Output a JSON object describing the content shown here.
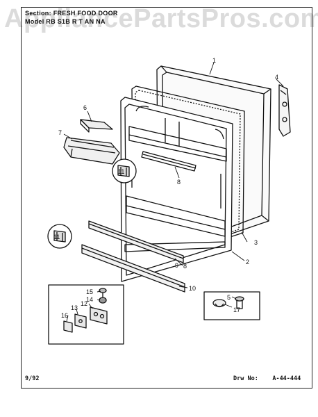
{
  "header": {
    "section_line": "Section:  FRESH FOOD DOOR",
    "model_line": "Model  RB S1B  R T  AN NA"
  },
  "watermark": "AppliancePartsPros.com",
  "callouts": {
    "c1": "1",
    "c2": "2",
    "c3": "3",
    "c4": "4",
    "c5": "5",
    "c6": "6",
    "c7": "7",
    "c8a": "8",
    "c8b": "8",
    "c9": "9",
    "c10": "10",
    "c11a": "11",
    "c11b": "11",
    "c12": "12",
    "c13": "13",
    "c14": "14",
    "c15": "15",
    "c16": "16",
    "c17": "17"
  },
  "footer": {
    "date": "9/92",
    "drawing_label": "Drw No:",
    "drawing_number": "A-44-444"
  }
}
